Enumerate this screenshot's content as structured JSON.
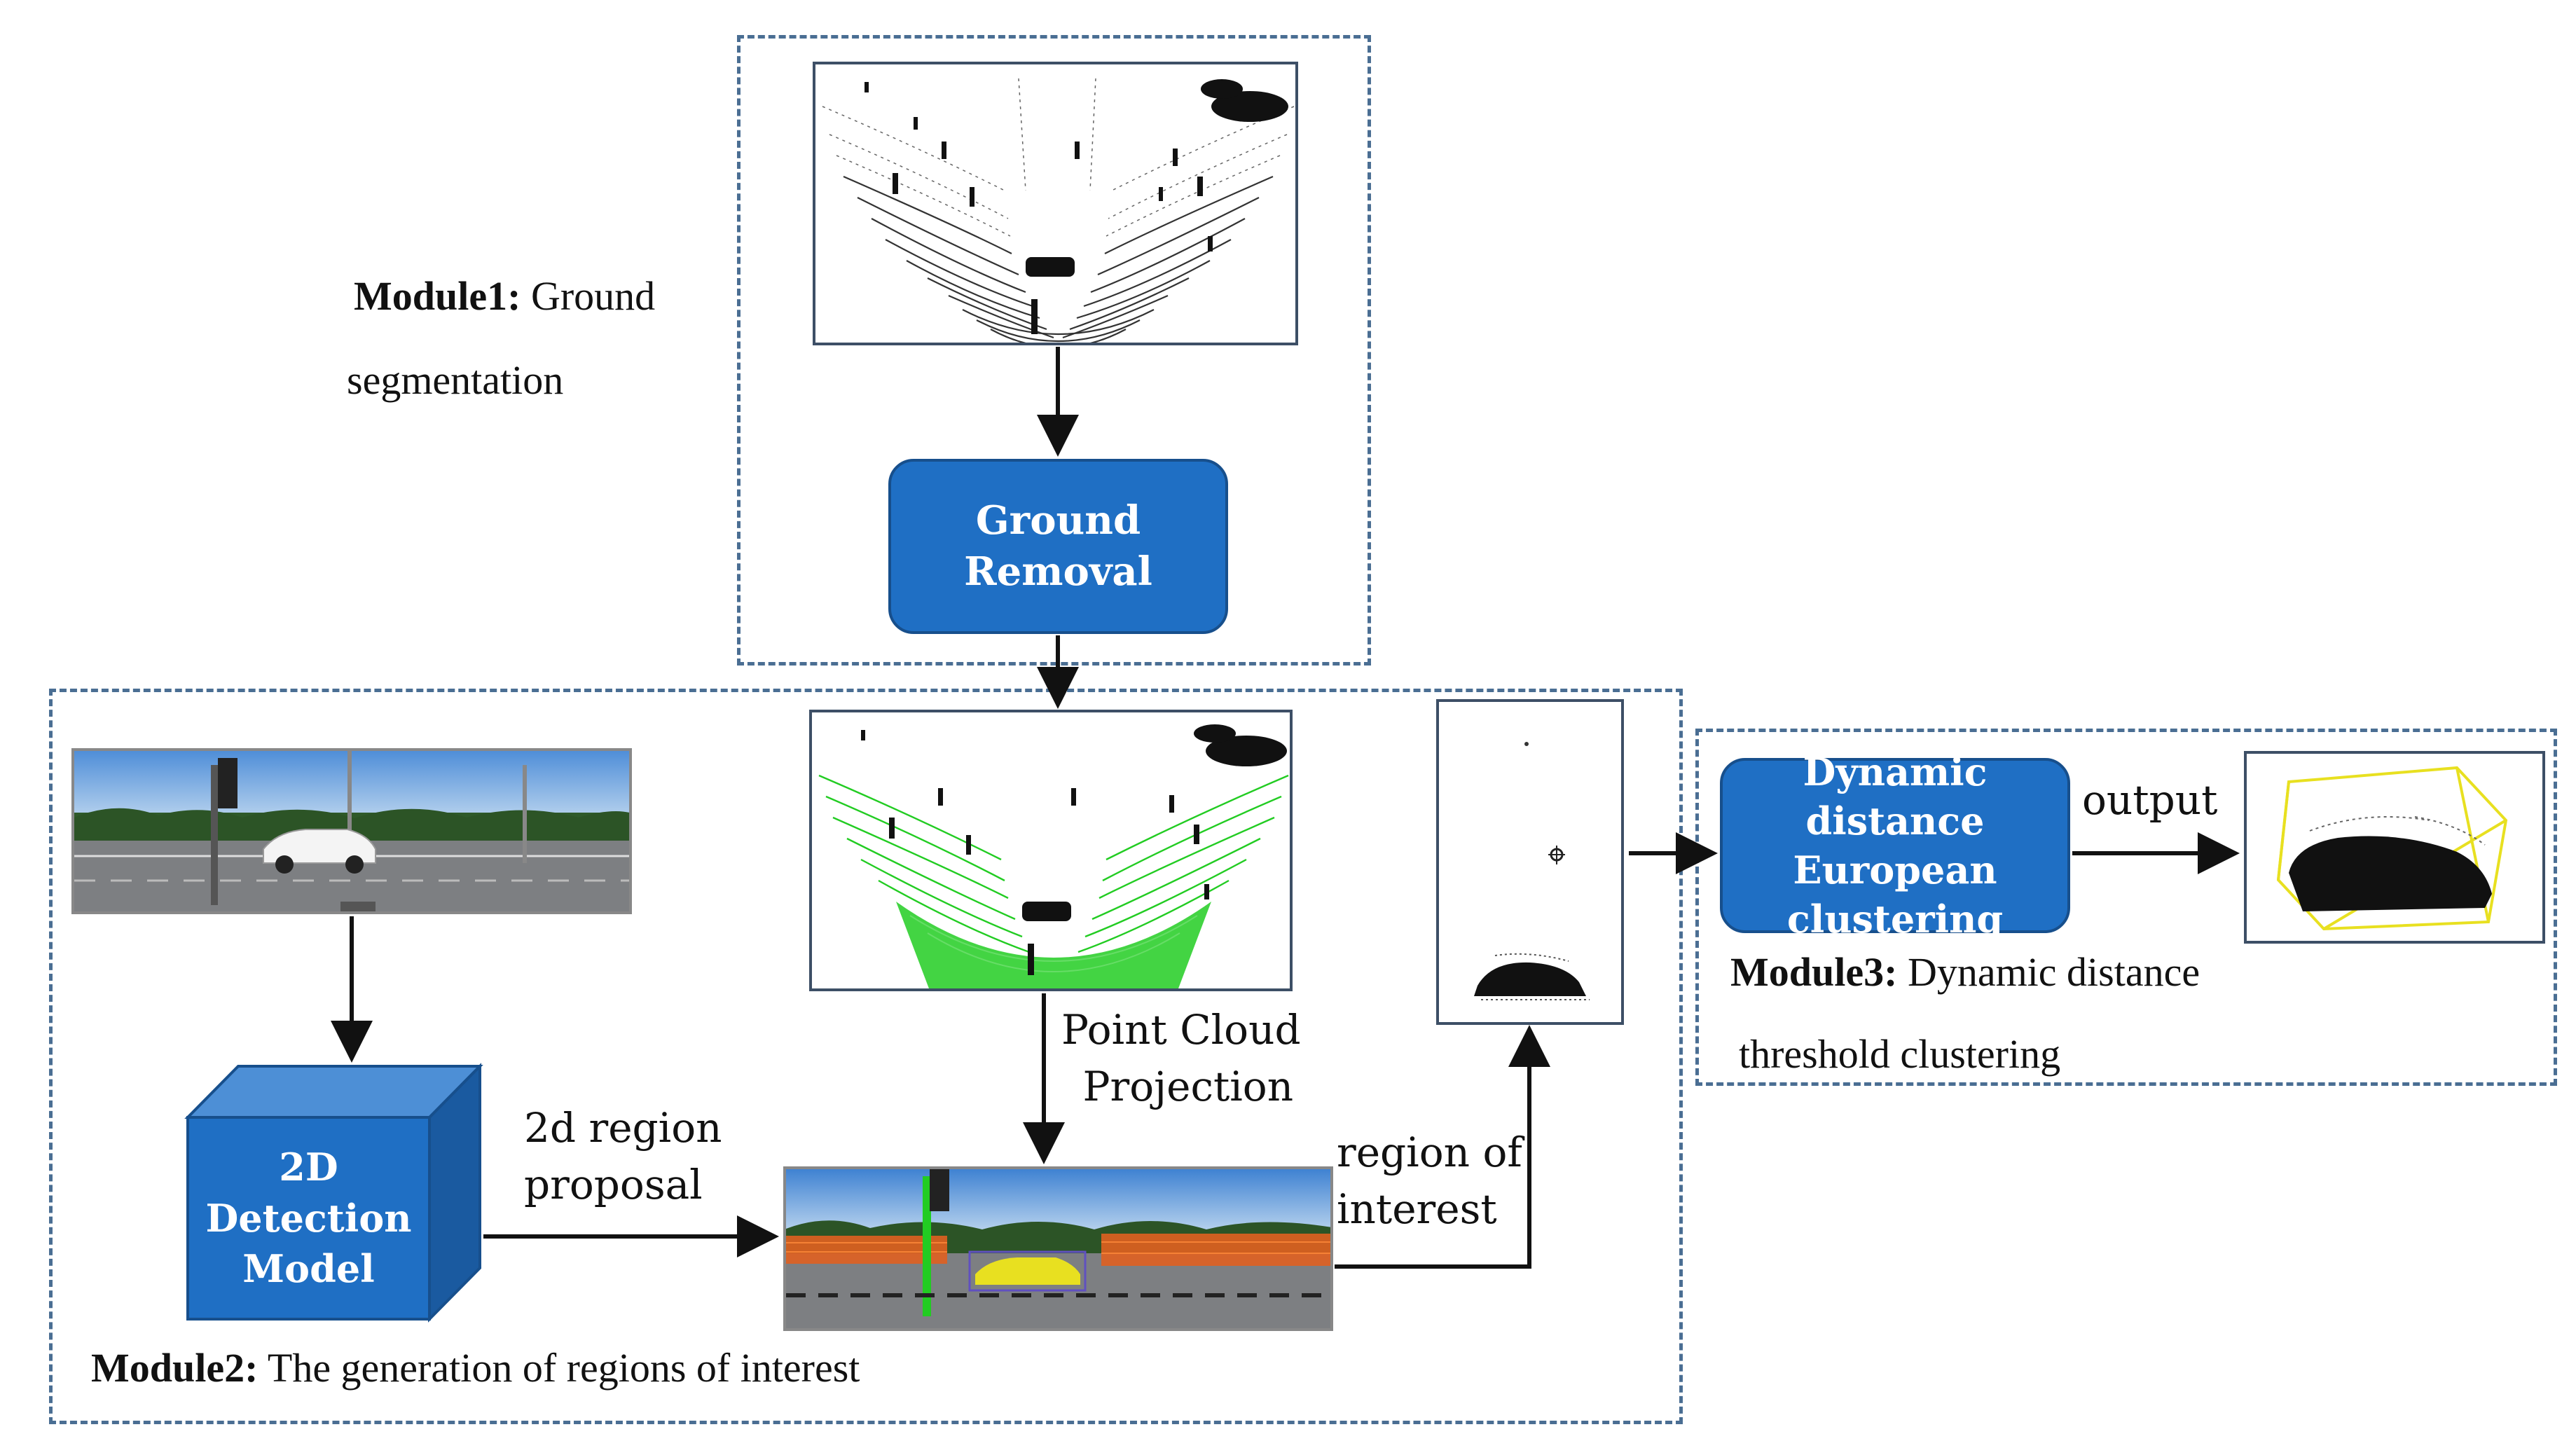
{
  "module1": {
    "title_bold": "Module1:",
    "title_rest": " Ground",
    "title_line2": "segmentation",
    "node_line1": "Ground",
    "node_line2": "Removal"
  },
  "module2": {
    "title_bold": "Module2:",
    "title_rest": " The generation of regions of interest",
    "detector_line1": "2D",
    "detector_line2": "Detection",
    "detector_line3": "Model",
    "label_proposal_line1": "2d region",
    "label_proposal_line2": "proposal",
    "label_projection_line1": "Point Cloud",
    "label_projection_line2": "Projection",
    "label_roi_line1": "region of",
    "label_roi_line2": "interest"
  },
  "module3": {
    "title_bold": "Module3:",
    "title_rest": " Dynamic distance",
    "title_line2": "threshold clustering",
    "node_line1": "Dynamic distance",
    "node_line2": "European",
    "node_line3": "clustering",
    "label_output": "output"
  },
  "colors": {
    "node_blue": "#1f6fc4",
    "dashed_border": "#4a6e93",
    "ground_green": "#22cc22",
    "bbox_yellow": "#e8e020",
    "roi_orange": "#e06020"
  }
}
